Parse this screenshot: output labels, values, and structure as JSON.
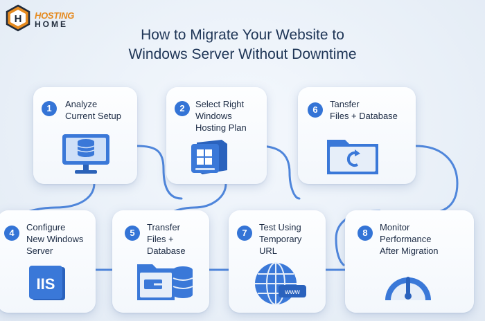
{
  "brand": {
    "line1": "HOSTING",
    "line2": "HOME",
    "mark": "H"
  },
  "title": {
    "line1": "How to Migrate Your Website to",
    "line2": "Windows Server Without Downtime"
  },
  "colors": {
    "accent": "#3474d6",
    "title": "#1e3556",
    "brand_orange": "#e58a1f"
  },
  "steps": [
    {
      "num": "1",
      "label": "Analyze\nCurrent Setup",
      "icon": "monitor-database-icon"
    },
    {
      "num": "2",
      "label": "Select Right\nWindows\nHosting Plan",
      "icon": "windows-server-icon"
    },
    {
      "num": "6",
      "label": "Tansfer\nFiles + Database",
      "icon": "folder-sync-icon"
    },
    {
      "num": "4",
      "label": "Configure\nNew Windows\nServer",
      "icon": "iis-icon"
    },
    {
      "num": "5",
      "label": "Transfer\nFiles +\nDatabase",
      "icon": "folder-database-icon"
    },
    {
      "num": "7",
      "label": "Test Using\nTemporary\nURL",
      "icon": "globe-www-icon",
      "icon_text": "www"
    },
    {
      "num": "8",
      "label": "Monitor\nPerformance\nAfter Migration",
      "icon": "gauge-icon"
    }
  ],
  "iis_label": "IIS"
}
